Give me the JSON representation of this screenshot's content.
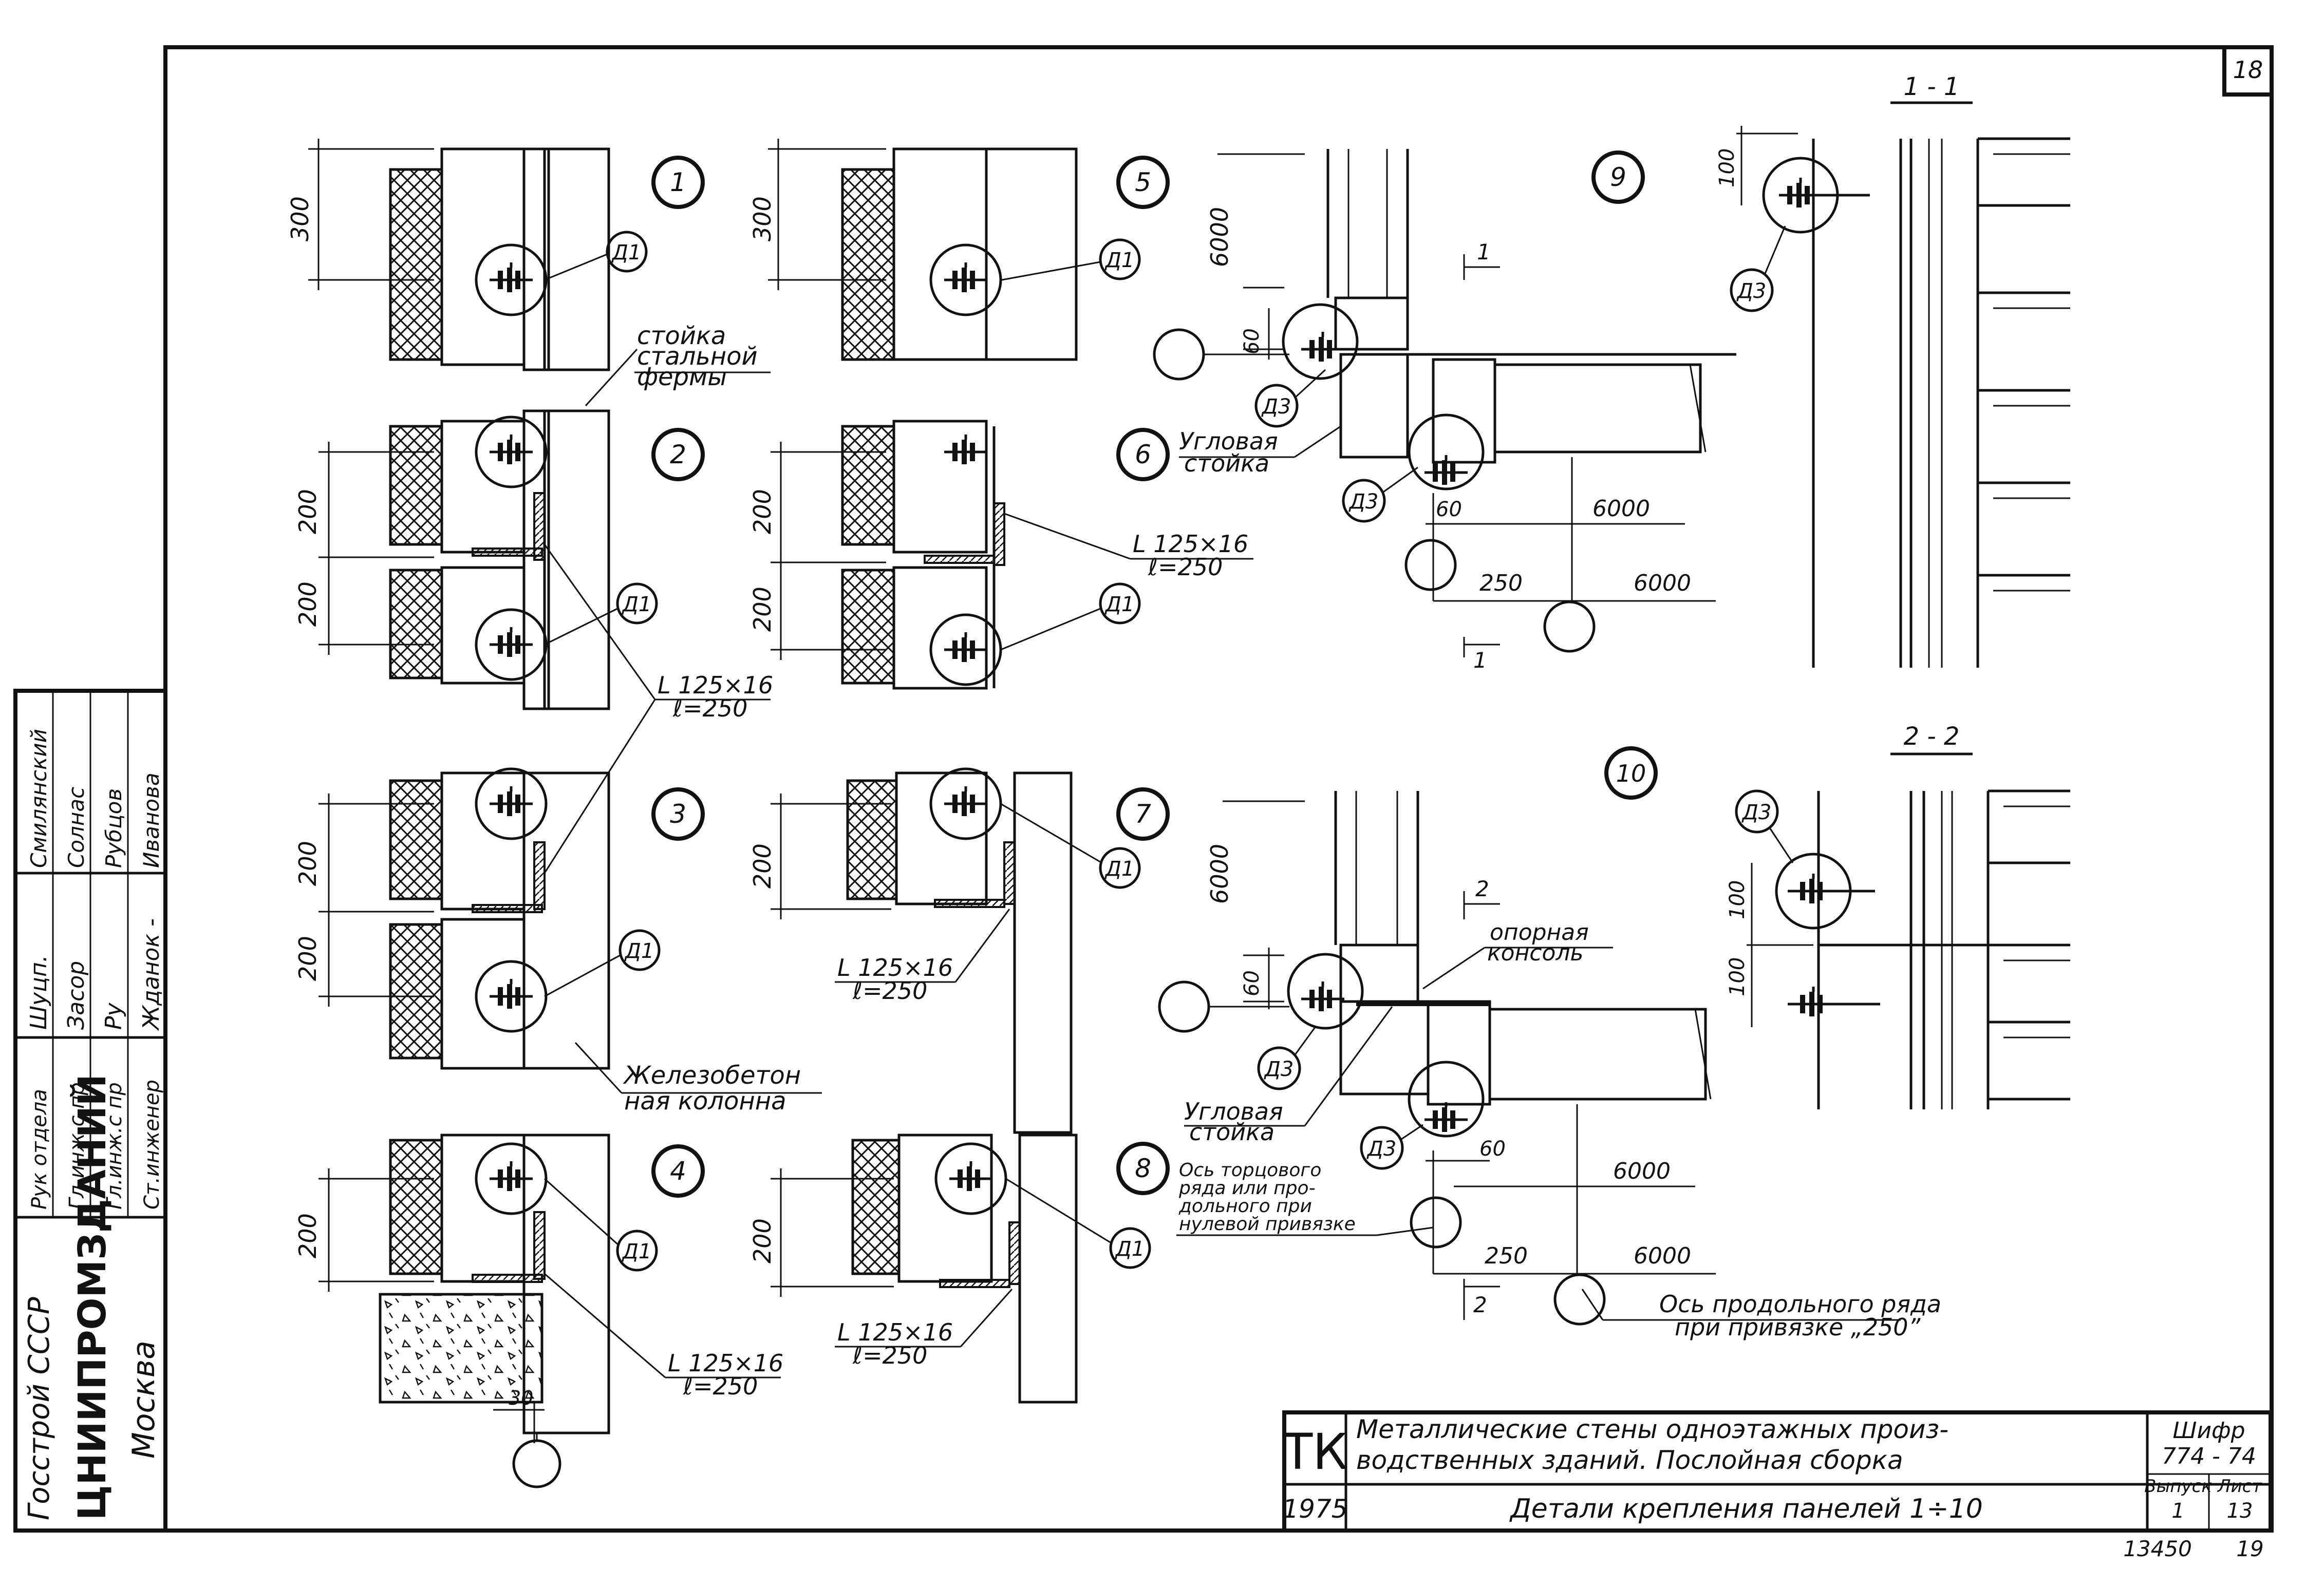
{
  "sheet": {
    "page_number": "18",
    "bottom_code": "13450",
    "bottom_page": "19"
  },
  "stamp": {
    "org1": "Госстрой СССР",
    "org2": "ЦНИИПРОМЗДАНИЙ",
    "org3": "Москва",
    "roles": [
      "Рук отдела",
      "Гл.инж.с пр",
      "Гл.инж.с пр",
      "Ст.инженер"
    ],
    "signatures": [
      "Шуцп.",
      "Засор",
      "Ру",
      "Жданок -"
    ],
    "names": [
      "Смилянский",
      "Солнас",
      "Рубцов",
      "Иванова"
    ]
  },
  "title_block": {
    "tk": "ТК",
    "title_line1": "Металлические стены одноэтажных произ-",
    "title_line2": "водственных зданий. Послойная сборка",
    "year": "1975",
    "subtitle": "Детали крепления панелей 1÷10",
    "cipher_label": "Шифр",
    "cipher_value": "774 - 74",
    "issue_label": "Выпуск",
    "issue_value": "1",
    "sheet_label": "Лист",
    "sheet_value": "13"
  },
  "details": {
    "d1": "1",
    "d2": "2",
    "d3": "3",
    "d4": "4",
    "d5": "5",
    "d6": "6",
    "d7": "7",
    "d8": "8",
    "d9": "9",
    "d10": "10"
  },
  "sections": {
    "s1": "1 - 1",
    "s2": "2 - 2",
    "cut1": "1",
    "cut2": "2"
  },
  "callouts": {
    "D1": "Д1",
    "D3": "Д3"
  },
  "dims": {
    "d300": "300",
    "d200": "200",
    "d6000": "6000",
    "d60": "60",
    "d250": "250",
    "d100": "100",
    "d30": "30"
  },
  "labels": {
    "steel_post_1": "стойка",
    "steel_post_2": "стальной",
    "steel_post_3": "фермы",
    "angle_1": "L 125×16",
    "angle_2": "ℓ=250",
    "rc_column_1": "Железобетон",
    "rc_column_2": "ная колонна",
    "corner_post_1": "Угловая",
    "corner_post_2": "стойка",
    "support_console_1": "опорная",
    "support_console_2": "консоль",
    "end_axis_1": "Ось торцового",
    "end_axis_2": "ряда или про-",
    "end_axis_3": "дольного при",
    "end_axis_4": "нулевой привязке",
    "long_axis_1": "Ось продольного ряда",
    "long_axis_2": "при привязке „250”"
  }
}
